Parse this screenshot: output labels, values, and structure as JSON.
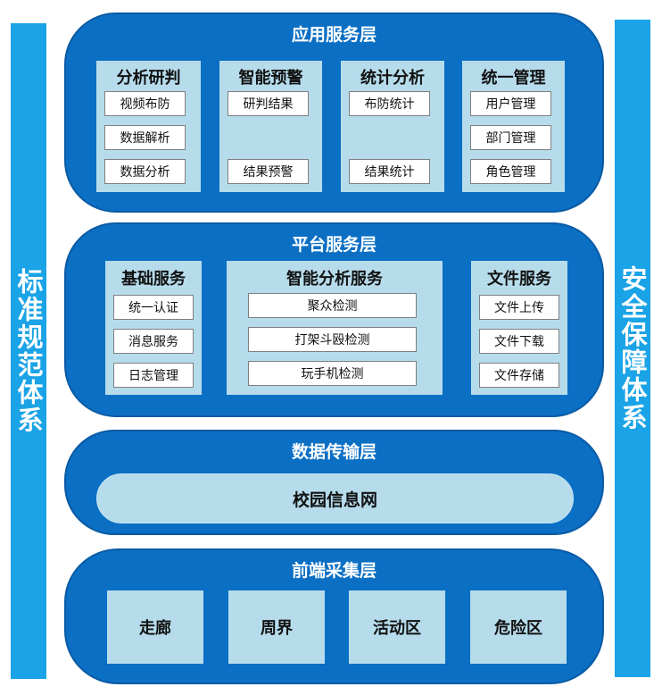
{
  "side": {
    "left_label": "标准规范体系",
    "right_label": "安全保障体系"
  },
  "app_layer": {
    "title": "应用服务层",
    "modules": [
      {
        "title": "分析研判",
        "items": [
          "视频布防",
          "数据解析",
          "数据分析"
        ]
      },
      {
        "title": "智能预警",
        "items": [
          "研判结果",
          "结果预警"
        ]
      },
      {
        "title": "统计分析",
        "items": [
          "布防统计",
          "结果统计"
        ]
      },
      {
        "title": "统一管理",
        "items": [
          "用户管理",
          "部门管理",
          "角色管理"
        ]
      }
    ]
  },
  "platform_layer": {
    "title": "平台服务层",
    "modules": [
      {
        "title": "基础服务",
        "items": [
          "统一认证",
          "消息服务",
          "日志管理"
        ]
      },
      {
        "title": "智能分析服务",
        "items": [
          "聚众检测",
          "打架斗殴检测",
          "玩手机检测"
        ]
      },
      {
        "title": "文件服务",
        "items": [
          "文件上传",
          "文件下载",
          "文件存储"
        ]
      }
    ]
  },
  "transport_layer": {
    "title": "数据传输层",
    "network": "校园信息网"
  },
  "frontend_layer": {
    "title": "前端采集层",
    "zones": [
      "走廊",
      "周界",
      "活动区",
      "危险区"
    ]
  },
  "colors": {
    "layer_fill": "#0b6fc4",
    "side_bar": "#1aa3e6",
    "module_fill": "#b6dcec"
  }
}
